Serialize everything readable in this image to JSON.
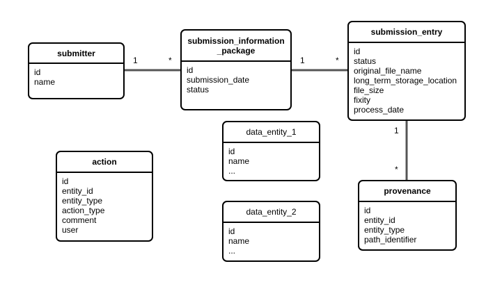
{
  "entities": {
    "submitter": {
      "title": "submitter",
      "fields": [
        "id",
        "name"
      ]
    },
    "sip": {
      "title": "submission_information\n_package",
      "fields": [
        "id",
        "submission_date",
        "status"
      ]
    },
    "entry": {
      "title": "submission_entry",
      "fields": [
        "id",
        "status",
        "original_file_name",
        "long_term_storage_location",
        "file_size",
        "fixity",
        "process_date"
      ]
    },
    "de1": {
      "title": "data_entity_1",
      "fields": [
        "id",
        "name",
        "..."
      ]
    },
    "de2": {
      "title": "data_entity_2",
      "fields": [
        "id",
        "name",
        "..."
      ]
    },
    "action": {
      "title": "action",
      "fields": [
        "id",
        "entity_id",
        "entity_type",
        "action_type",
        "comment",
        "user"
      ]
    },
    "provenance": {
      "title": "provenance",
      "fields": [
        "id",
        "entity_id",
        "entity_type",
        "path_identifier"
      ]
    }
  },
  "relations": [
    {
      "from": "submitter",
      "to": "submission_information_package",
      "from_mult": "1",
      "to_mult": "*"
    },
    {
      "from": "submission_information_package",
      "to": "submission_entry",
      "from_mult": "1",
      "to_mult": "*"
    },
    {
      "from": "submission_entry",
      "to": "provenance",
      "from_mult": "1",
      "to_mult": "*"
    }
  ]
}
